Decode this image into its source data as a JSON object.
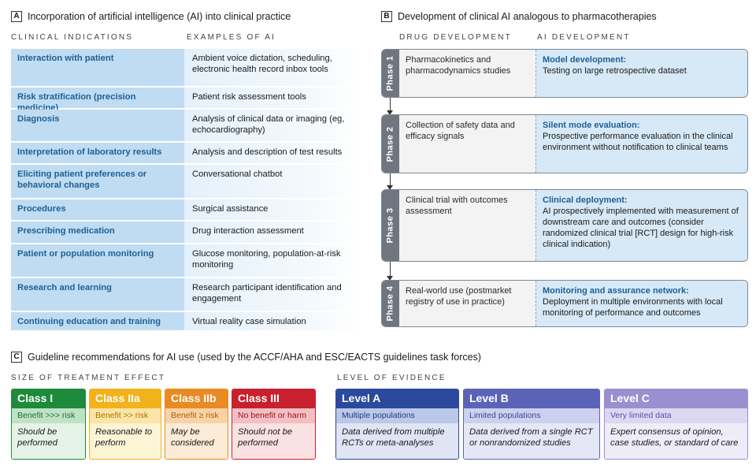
{
  "panel_a": {
    "letter": "A",
    "title": "Incorporation of artificial intelligence (AI) into clinical practice",
    "col1": "CLINICAL INDICATIONS",
    "col2": "EXAMPLES OF AI",
    "rows": [
      {
        "indication": "Interaction with patient",
        "example": "Ambient voice dictation, scheduling, electronic health record inbox tools"
      },
      {
        "indication": "Risk stratification (precision medicine)",
        "example": "Patient risk assessment tools"
      },
      {
        "indication": "Diagnosis",
        "example": "Analysis of clinical data or imaging (eg, echocardiography)"
      },
      {
        "indication": "Interpretation of laboratory results",
        "example": "Analysis and description of test results"
      },
      {
        "indication": "Eliciting patient preferences or behavioral changes",
        "example": "Conversational chatbot"
      },
      {
        "indication": "Procedures",
        "example": "Surgical assistance"
      },
      {
        "indication": "Prescribing medication",
        "example": "Drug interaction assessment"
      },
      {
        "indication": "Patient or population monitoring",
        "example": "Glucose monitoring, population-at-risk monitoring"
      },
      {
        "indication": "Research and learning",
        "example": "Research participant identification and engagement"
      },
      {
        "indication": "Continuing education and training",
        "example": "Virtual reality case simulation"
      }
    ]
  },
  "panel_b": {
    "letter": "B",
    "title": "Development of clinical AI analogous to pharmacotherapies",
    "col1": "DRUG DEVELOPMENT",
    "col2": "AI DEVELOPMENT",
    "phases": [
      {
        "label": "Phase 1",
        "drug": "Pharmacokinetics and pharmacodynamics studies",
        "ai_title": "Model development:",
        "ai_text": "Testing on large retrospective dataset"
      },
      {
        "label": "Phase 2",
        "drug": "Collection of safety data and efficacy signals",
        "ai_title": "Silent mode evaluation:",
        "ai_text": "Prospective performance evaluation in the clinical environment without notification to clinical teams"
      },
      {
        "label": "Phase 3",
        "drug": "Clinical trial with outcomes assessment",
        "ai_title": "Clinical deployment:",
        "ai_text": "AI prospectively implemented with measurement of downstream care and outcomes (consider randomized clinical trial [RCT] design for high-risk clinical indication)"
      },
      {
        "label": "Phase 4",
        "drug": "Real-world use (postmarket registry of use in practice)",
        "ai_title": "Monitoring and assurance network:",
        "ai_text": "Deployment in multiple environments with local monitoring of performance and outcomes"
      }
    ]
  },
  "panel_c": {
    "letter": "C",
    "title": "Guideline recommendations for AI use (used by the ACCF/AHA and ESC/EACTS guidelines task forces)",
    "size_head": "SIZE OF TREATMENT EFFECT",
    "level_head": "LEVEL OF EVIDENCE",
    "classes": [
      {
        "name": "Class I",
        "sub": "Benefit >>> risk",
        "desc": "Should be performed",
        "color": "#1e8a3c",
        "sub_bg": "#bfe2c4",
        "sub_fg": "#1e6e33",
        "desc_bg": "#e5f3e6"
      },
      {
        "name": "Class IIa",
        "sub": "Benefit >> risk",
        "desc": "Reasonable to perform",
        "color": "#f2b21b",
        "sub_bg": "#fbe5a6",
        "sub_fg": "#a87300",
        "desc_bg": "#fdf4d6"
      },
      {
        "name": "Class IIb",
        "sub": "Benefit ≥ risk",
        "desc": "May be considered",
        "color": "#e98a22",
        "sub_bg": "#f8d3a8",
        "sub_fg": "#b35e00",
        "desc_bg": "#fcebd6"
      },
      {
        "name": "Class III",
        "sub": "No benefit or harm",
        "desc": "Should not be performed",
        "color": "#c8202f",
        "sub_bg": "#f3bfc2",
        "sub_fg": "#a0121f",
        "desc_bg": "#fae1e2"
      }
    ],
    "levels": [
      {
        "name": "Level A",
        "sub": "Multiple populations",
        "desc": "Data derived from multiple RCTs or meta-analyses",
        "color": "#2b4a9e",
        "sub_bg": "#bcc8e8",
        "sub_fg": "#1f3a85",
        "desc_bg": "#dfe5f4"
      },
      {
        "name": "Level B",
        "sub": "Limited populations",
        "desc": "Data derived from a single RCT or nonrandomized studies",
        "color": "#5b63b8",
        "sub_bg": "#cdd0ee",
        "sub_fg": "#3c4499",
        "desc_bg": "#e6e7f6"
      },
      {
        "name": "Level C",
        "sub": "Very limited data",
        "desc": "Expert consensus of opinion, case studies, or standard of care",
        "color": "#9a8fd0",
        "sub_bg": "#ddd8f1",
        "sub_fg": "#5d4fa8",
        "desc_bg": "#efecf8"
      }
    ]
  }
}
